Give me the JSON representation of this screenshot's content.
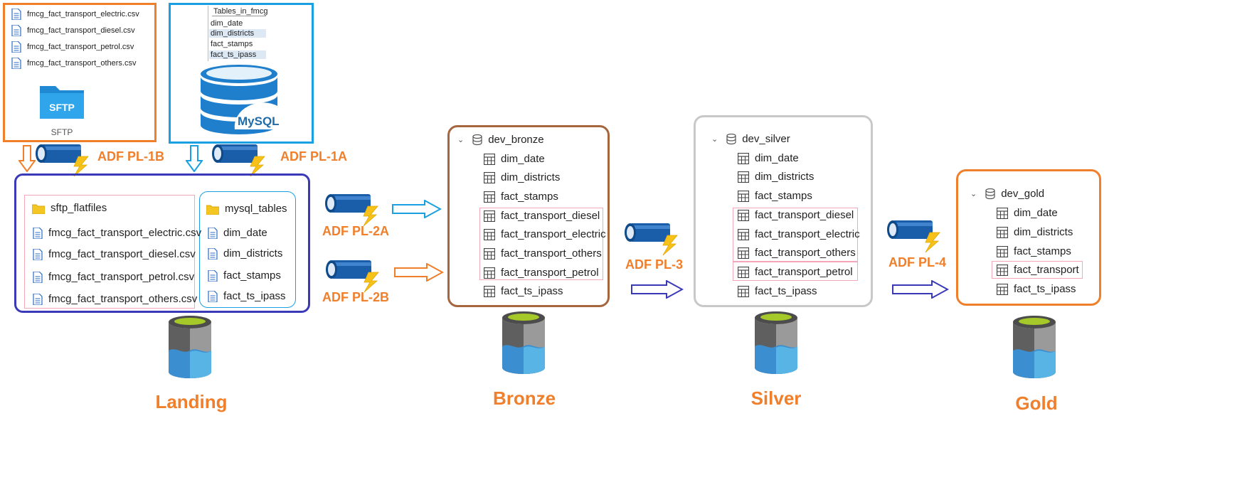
{
  "sftp_source": {
    "files": [
      "fmcg_fact_transport_electric.csv",
      "fmcg_fact_transport_diesel.csv",
      "fmcg_fact_transport_petrol.csv",
      "fmcg_fact_transport_others.csv"
    ],
    "icon_text": "SFTP",
    "label": "SFTP"
  },
  "mysql_source": {
    "header": "Tables_in_fmcg",
    "tables": [
      "dim_date",
      "dim_districts",
      "fact_stamps",
      "fact_ts_ipass"
    ],
    "logo_text": "MySQL"
  },
  "pipelines": {
    "pl_1b": "ADF PL-1B",
    "pl_1a": "ADF PL-1A",
    "pl_2a": "ADF PL-2A",
    "pl_2b": "ADF PL-2B",
    "pl_3": "ADF PL-3",
    "pl_4": "ADF PL-4"
  },
  "landing": {
    "sftp_folder": "sftp_flatfiles",
    "sftp_files": [
      "fmcg_fact_transport_electric.csv",
      "fmcg_fact_transport_diesel.csv",
      "fmcg_fact_transport_petrol.csv",
      "fmcg_fact_transport_others.csv"
    ],
    "mysql_folder": "mysql_tables",
    "mysql_files": [
      "dim_date",
      "dim_districts",
      "fact_stamps",
      "fact_ts_ipass"
    ],
    "label": "Landing"
  },
  "bronze": {
    "db": "dev_bronze",
    "tables": [
      "dim_date",
      "dim_districts",
      "fact_stamps",
      "fact_transport_diesel",
      "fact_transport_electric",
      "fact_transport_others",
      "fact_transport_petrol",
      "fact_ts_ipass"
    ],
    "label": "Bronze"
  },
  "silver": {
    "db": "dev_silver",
    "tables": [
      "dim_date",
      "dim_districts",
      "fact_stamps",
      "fact_transport_diesel",
      "fact_transport_electric",
      "fact_transport_others",
      "fact_transport_petrol",
      "fact_ts_ipass"
    ],
    "label": "Silver"
  },
  "gold": {
    "db": "dev_gold",
    "tables": [
      "dim_date",
      "dim_districts",
      "fact_stamps",
      "fact_transport",
      "fact_ts_ipass"
    ],
    "label": "Gold"
  },
  "colors": {
    "orange": "#f07f2c",
    "navy": "#3a3ab8",
    "blue": "#1a9fe0",
    "brown": "#a5663e",
    "grey": "#c8c8c8",
    "pink": "#f4a7b9"
  }
}
